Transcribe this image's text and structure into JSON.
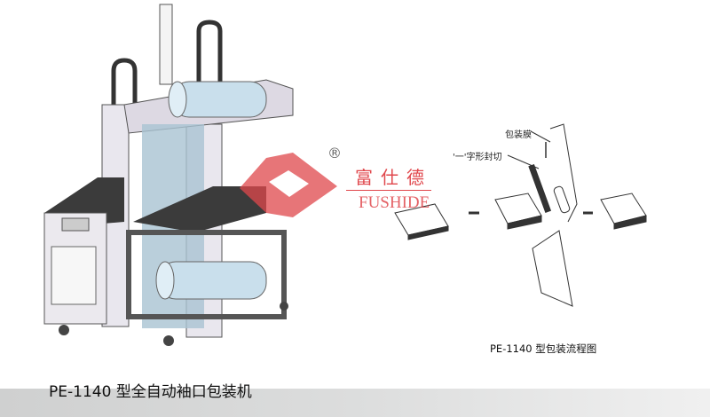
{
  "title": "PE-1140 型全自动袖口包装机",
  "diagram": {
    "caption": "PE-1140 型包装流程图",
    "film_label": "包装膜",
    "seal_label": "'一'字形封切"
  },
  "brand": {
    "name_cn": "富仕德",
    "name_en": "FUSHIDE",
    "registered": "®",
    "color": "#e0474c"
  }
}
